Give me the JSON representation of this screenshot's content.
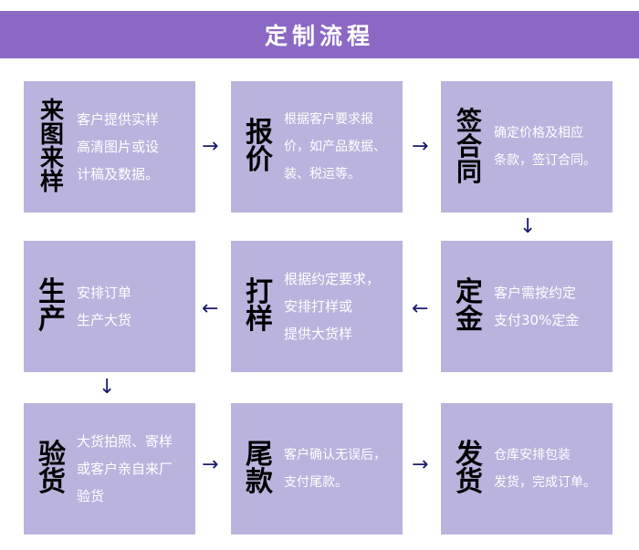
{
  "header": {
    "title": "定制流程"
  },
  "steps": [
    {
      "title": [
        "来",
        "图",
        "来",
        "样"
      ],
      "lines": [
        "客户提供实样",
        "高清图片或设",
        "计稿及数据。"
      ]
    },
    {
      "title": [
        "报",
        "价"
      ],
      "lines": [
        "根据客户要求报",
        "价，如产品数据、",
        "装、税运等。"
      ]
    },
    {
      "title": [
        "签",
        "合",
        "同"
      ],
      "lines": [
        "确定价格及相应",
        "条款，签订合同。"
      ]
    },
    {
      "title": [
        "生",
        "产"
      ],
      "lines": [
        "安排订单",
        "生产大货"
      ]
    },
    {
      "title": [
        "打",
        "样"
      ],
      "lines": [
        "根据约定要求，",
        "安排打样或",
        "提供大货样"
      ]
    },
    {
      "title": [
        "定",
        "金"
      ],
      "lines": [
        "客户需按约定",
        "支付30%定金"
      ]
    },
    {
      "title": [
        "验",
        "货"
      ],
      "lines": [
        "大货拍照、寄样",
        "或客户亲自来厂",
        "验货"
      ]
    },
    {
      "title": [
        "尾",
        "款"
      ],
      "lines": [
        "客户确认无误后，",
        "支付尾款。"
      ]
    },
    {
      "title": [
        "发",
        "货"
      ],
      "lines": [
        "仓库安排包装",
        "发货，完成订单。"
      ]
    }
  ],
  "arrows": {
    "right": "→",
    "left": "←",
    "down": "↓"
  },
  "colors": {
    "header_bg": "#8b68c4",
    "card_bg": "#b9b3dd",
    "arrow": "#1a1a6e"
  }
}
